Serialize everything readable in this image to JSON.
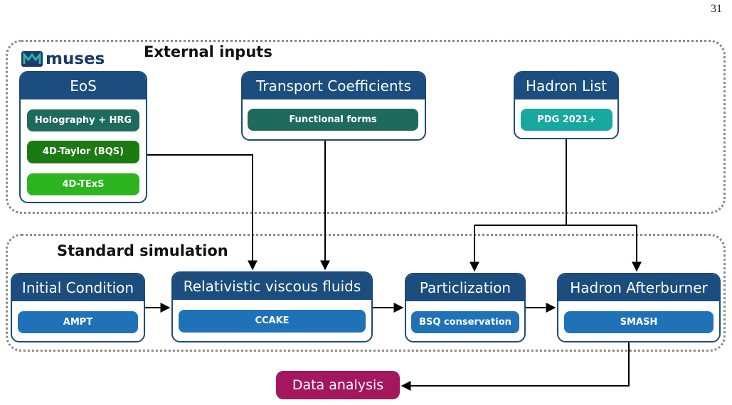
{
  "page_number": "31",
  "logo": {
    "text": "muses"
  },
  "groups": {
    "external": {
      "title": "External inputs"
    },
    "standard": {
      "title": "Standard simulation"
    }
  },
  "cards": {
    "eos": {
      "title": "EoS",
      "items": [
        "Holography + HRG",
        "4D-Taylor (BQS)",
        "4D-TExS"
      ]
    },
    "transport": {
      "title": "Transport Coefficients",
      "items": [
        "Functional forms"
      ]
    },
    "hadron_list": {
      "title": "Hadron List",
      "items": [
        "PDG 2021+"
      ]
    },
    "initial": {
      "title": "Initial Condition",
      "items": [
        "AMPT"
      ]
    },
    "fluids": {
      "title": "Relativistic viscous fluids",
      "items": [
        "CCAKE"
      ]
    },
    "particlization": {
      "title": "Particlization",
      "items": [
        "BSQ conservation"
      ]
    },
    "afterburner": {
      "title": "Hadron Afterburner",
      "items": [
        "SMASH"
      ]
    }
  },
  "output": {
    "label": "Data analysis"
  },
  "colors": {
    "header_blue": "#1b4d7e",
    "pill_blue": "#1f72b8",
    "dark_teal": "#1e6a5c",
    "dark_green": "#1c7a12",
    "bright_green": "#2db520",
    "teal": "#17a8a0",
    "magenta": "#a4175f"
  }
}
